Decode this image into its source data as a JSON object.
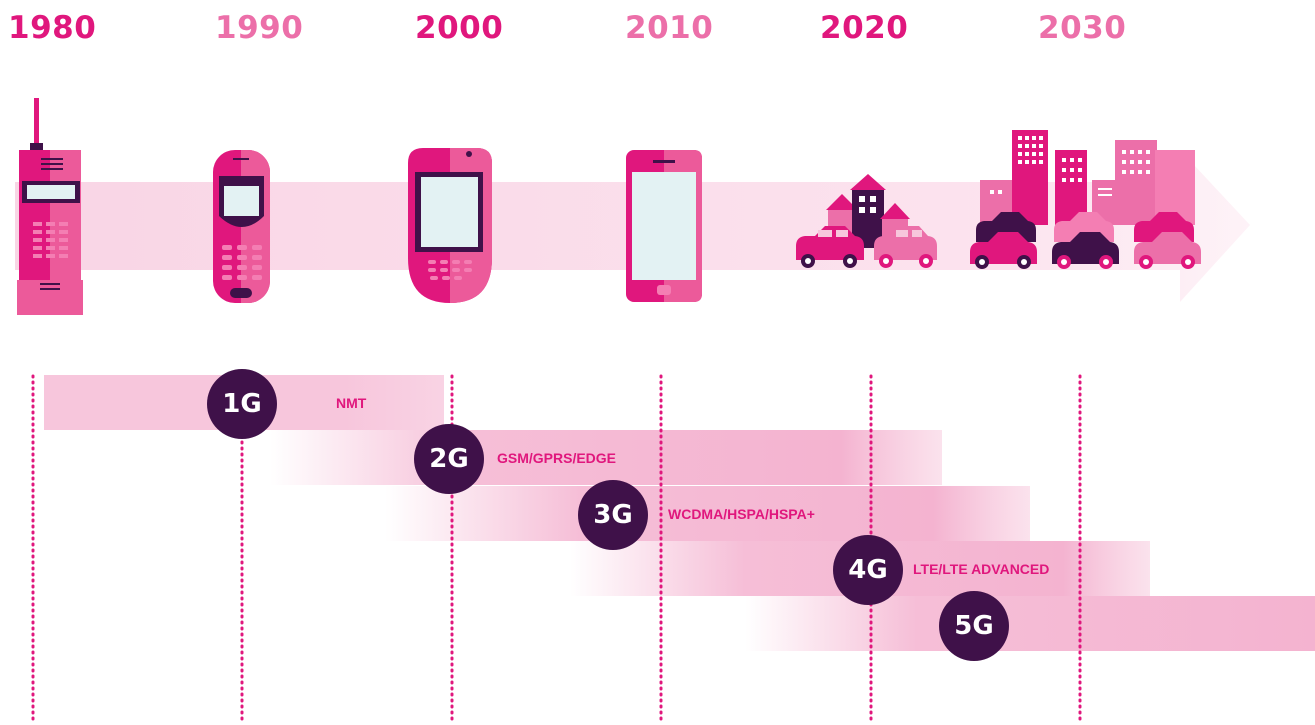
{
  "years": [
    "1980",
    "1990",
    "2000",
    "2010",
    "2020",
    "2030"
  ],
  "colors": {
    "primary": "#e0177d",
    "light": "#ec6fa9",
    "dark": "#3f1149",
    "band": "#f6c3da"
  },
  "icons": [
    "brick-phone-icon",
    "flip-phone-icon",
    "pda-phone-icon",
    "smartphone-icon",
    "town-cars-icon",
    "city-traffic-icon"
  ],
  "generations": [
    {
      "label": "1G",
      "tech": "NMT"
    },
    {
      "label": "2G",
      "tech": "GSM/GPRS/EDGE"
    },
    {
      "label": "3G",
      "tech": "WCDMA/HSPA/HSPA+"
    },
    {
      "label": "4G",
      "tech": "LTE/LTE ADVANCED"
    },
    {
      "label": "5G",
      "tech": ""
    }
  ]
}
